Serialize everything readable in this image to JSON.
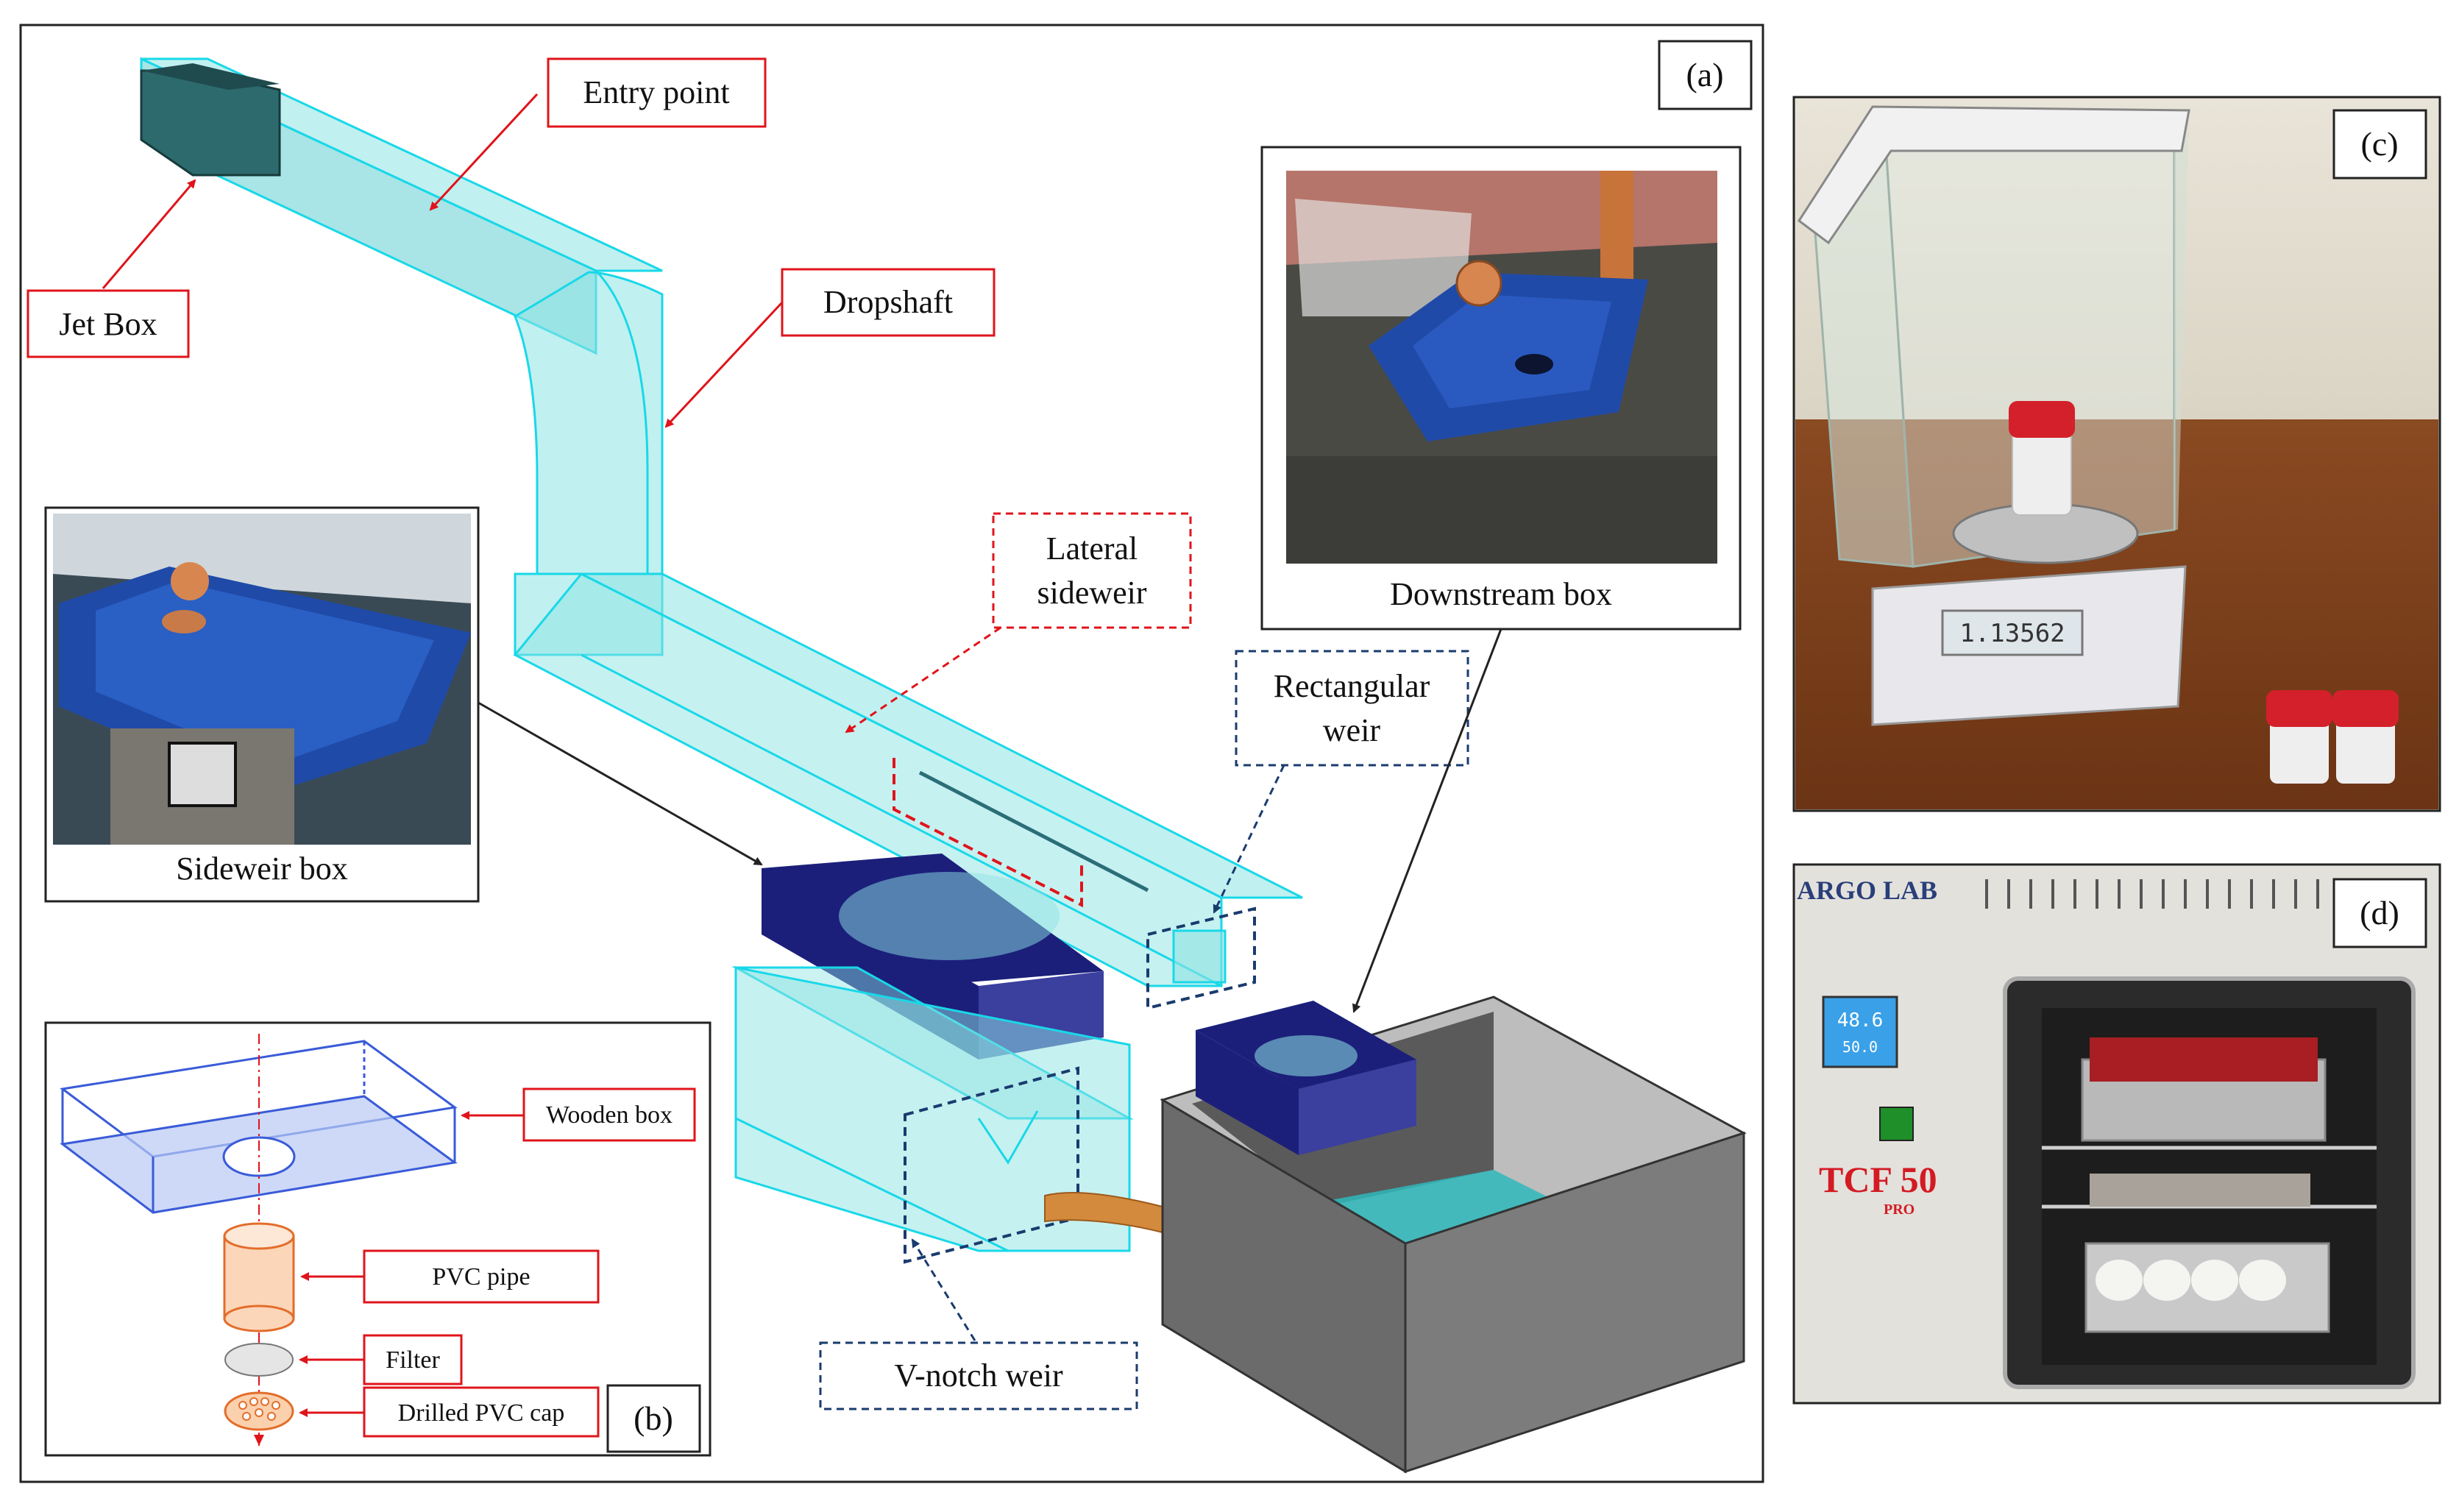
{
  "panels": {
    "a": "(a)",
    "b": "(b)",
    "c": "(c)",
    "d": "(d)"
  },
  "labels": {
    "entry_point": "Entry point",
    "jet_box": "Jet Box",
    "dropshaft": "Dropshaft",
    "lateral_sideweir_1": "Lateral",
    "lateral_sideweir_2": "sideweir",
    "rectangular_weir_1": "Rectangular",
    "rectangular_weir_2": "weir",
    "v_notch_weir": "V-notch weir",
    "downstream_box": "Downstream box",
    "sideweir_box": "Sideweir box"
  },
  "panel_b_labels": {
    "wooden_box": "Wooden box",
    "pvc_pipe": "PVC pipe",
    "filter": "Filter",
    "drilled_pvc_cap": "Drilled PVC cap"
  },
  "photo_text": {
    "balance_display": "1.13562",
    "oven_brand": "ARGO LAB",
    "oven_model": "TCF 50",
    "oven_model_sub": "PRO",
    "oven_display_top": "48.6",
    "oven_display_bottom": "50.0"
  },
  "colors": {
    "flume": "#8ee3e3",
    "flume_edge": "#19d8e8",
    "navy_box": "#1b1f7a",
    "navy_box_side": "#3b3f9e",
    "tank": "#6b6b6b",
    "red_label": "#e0141b",
    "blue_label": "#1a3b6e"
  }
}
